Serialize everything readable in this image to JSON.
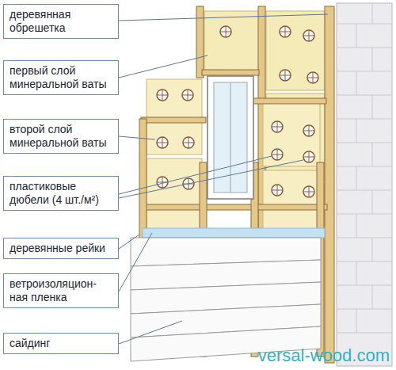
{
  "diagram": {
    "nodes": [
      {
        "text": [
          "деревянная обрешетка"
        ]
      },
      {
        "text": [
          "первый слой минеральной ваты"
        ]
      },
      {
        "text": [
          "второй слой минеральной ваты"
        ]
      },
      {
        "text": [
          "пластиковые дюбели (4 шт./м²)"
        ]
      },
      {
        "text": [
          "деревянные рейки"
        ]
      },
      {
        "text": [
          "ветроизоляцион- ная пленка"
        ]
      },
      {
        "text": [
          "сайдинг"
        ]
      }
    ],
    "labels": [
      "versal-wood.com"
    ]
  }
}
